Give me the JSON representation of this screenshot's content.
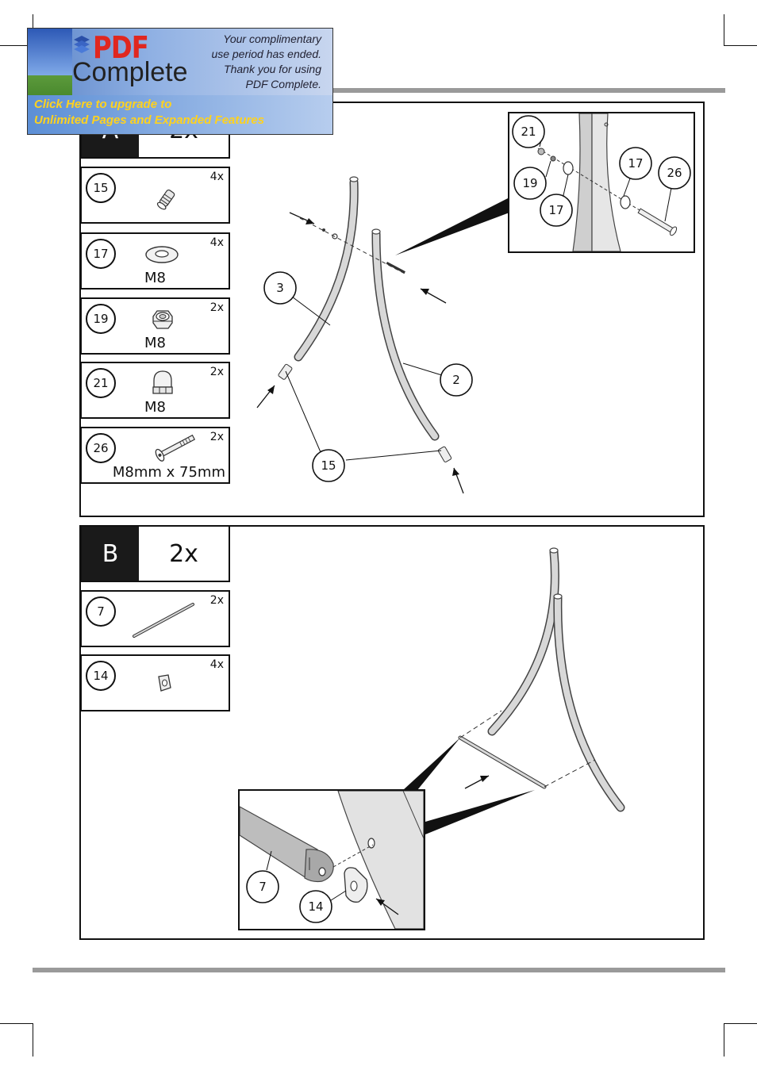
{
  "banner": {
    "brand": "PDF",
    "brand_sub": "Complete",
    "message_lines": [
      "Your complimentary",
      "use period has ended.",
      "Thank you for using",
      "PDF Complete."
    ],
    "cta_lines": [
      "Click Here to upgrade to",
      "Unlimited Pages and Expanded Features"
    ]
  },
  "step_a": {
    "letter": "A",
    "quantity": "2x",
    "parts": [
      {
        "number": "15",
        "count": "4x",
        "spec": ""
      },
      {
        "number": "17",
        "count": "4x",
        "spec": "M8"
      },
      {
        "number": "19",
        "count": "2x",
        "spec": "M8"
      },
      {
        "number": "21",
        "count": "2x",
        "spec": "M8"
      },
      {
        "number": "26",
        "count": "2x",
        "spec": "M8mm x 75mm"
      }
    ],
    "callouts": [
      "3",
      "2",
      "15"
    ],
    "detail_callouts": [
      "21",
      "19",
      "17",
      "17",
      "26"
    ]
  },
  "step_b": {
    "letter": "B",
    "quantity": "2x",
    "parts": [
      {
        "number": "7",
        "count": "2x"
      },
      {
        "number": "14",
        "count": "4x"
      }
    ],
    "detail_callouts": [
      "7",
      "14"
    ]
  }
}
